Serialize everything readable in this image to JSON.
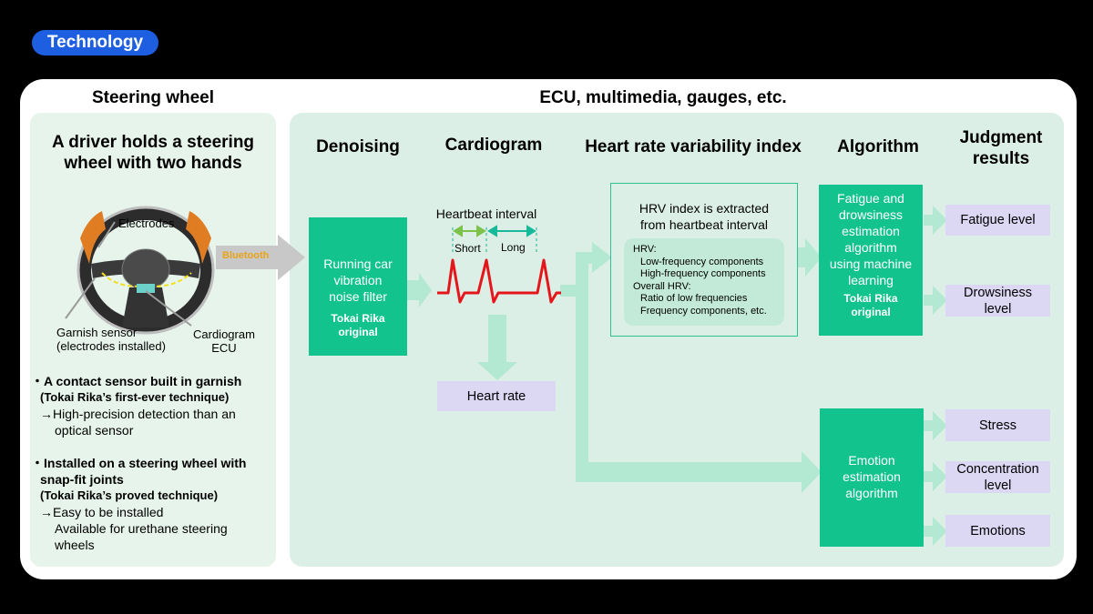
{
  "badge": "Technology",
  "headers": {
    "steering": "Steering wheel",
    "ecu": "ECU, multimedia, gauges, etc."
  },
  "left": {
    "title_line1": "A driver holds a steering",
    "title_line2": "wheel with two hands",
    "labels": {
      "electrodes": "Electrodes",
      "garnish_line1": "Garnish sensor",
      "garnish_line2": "(electrodes installed)",
      "cardiogram_line1": "Cardiogram",
      "cardiogram_line2": "ECU"
    },
    "bullet1": {
      "head": "・A contact sensor built in garnish",
      "sub": "(Tokai Rika’s first-ever technique)",
      "line1": "→High-precision detection than an",
      "line2": "optical sensor"
    },
    "bullet2": {
      "head1": "・Installed on a steering wheel with",
      "head2": "snap-fit joints",
      "sub": "(Tokai Rika’s proved technique)",
      "line1": "→Easy to be installed",
      "line2": "Available for urethane steering",
      "line3": "wheels"
    }
  },
  "bluetooth": "Bluetooth",
  "columns": {
    "denoising": "Denoising",
    "cardiogram": "Cardiogram",
    "hrv": "Heart rate variability index",
    "algorithm": "Algorithm",
    "judgment_line1": "Judgment",
    "judgment_line2": "results"
  },
  "denoise_box": {
    "line1": "Running car",
    "line2": "vibration",
    "line3": "noise filter",
    "tag1": "Tokai Rika",
    "tag2": "original"
  },
  "cardio": {
    "interval": "Heartbeat interval",
    "short": "Short",
    "long": "Long",
    "heart_rate": "Heart rate"
  },
  "hrv_box": {
    "title1": "HRV index is extracted",
    "title2": "from heartbeat interval",
    "l1": "HRV:",
    "l2": "Low-frequency components",
    "l3": "High-frequency components",
    "l4": "Overall HRV:",
    "l5": "Ratio of low frequencies",
    "l6": "Frequency components, etc."
  },
  "fatigue_algo": {
    "line1": "Fatigue and",
    "line2": "drowsiness",
    "line3": "estimation",
    "line4": "algorithm",
    "line5": "using machine",
    "line6": "learning",
    "tag1": "Tokai Rika",
    "tag2": "original"
  },
  "emotion_algo": {
    "line1": "Emotion",
    "line2": "estimation",
    "line3": "algorithm"
  },
  "results": {
    "fatigue": "Fatigue level",
    "drowsiness1": "Drowsiness",
    "drowsiness2": "level",
    "stress": "Stress",
    "concentration1": "Concentration",
    "concentration2": "level",
    "emotions": "Emotions"
  },
  "colors": {
    "badge": "#1d5fe0",
    "green": "#13c38d",
    "purple": "#dcd8f4",
    "arrow": "#b3e8d3",
    "ecg": "#e5161b",
    "bluetooth": "#e8a317"
  }
}
